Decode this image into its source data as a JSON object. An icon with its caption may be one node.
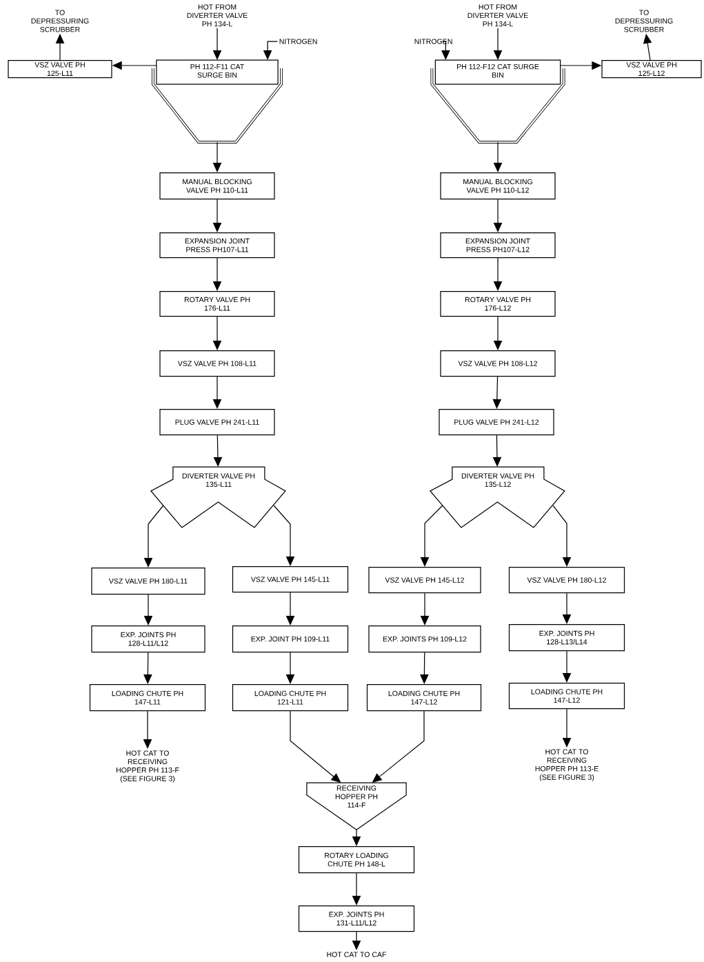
{
  "diagram": {
    "nodes": [
      {
        "text": [
          "TO DEPRESSURING SCRUBBER"
        ]
      },
      {
        "text": [
          "HOT FROM DIVERTER VALVE PH 134-L"
        ]
      },
      {
        "text": [
          "NITROGEN"
        ]
      },
      {
        "text": [
          "VSZ VALVE PH 125-L11"
        ]
      },
      {
        "text": [
          "PH 112-F11 CAT SURGE BIN"
        ]
      },
      {
        "text": [
          "MANUAL BLOCKING VALVE PH 110-L11"
        ]
      },
      {
        "text": [
          "EXPANSION JOINT PRESS PH107-L11"
        ]
      },
      {
        "text": [
          "ROTARY VALVE PH 176-L11"
        ]
      },
      {
        "text": [
          "VSZ VALVE PH 108-L11"
        ]
      },
      {
        "text": [
          "PLUG VALVE PH 241-L11"
        ]
      },
      {
        "text": [
          "DIVERTER VALVE PH 135-L11"
        ]
      },
      {
        "text": [
          "VSZ VALVE PH 180-L11"
        ]
      },
      {
        "text": [
          "VSZ VALVE PH 145-L11"
        ]
      },
      {
        "text": [
          "EXP. JOINTS PH 128-L11/L12"
        ]
      },
      {
        "text": [
          "EXP. JOINT PH 109-L11"
        ]
      },
      {
        "text": [
          "LOADING CHUTE PH 147-L11"
        ]
      },
      {
        "text": [
          "LOADING CHUTE PH 121-L11"
        ]
      },
      {
        "text": [
          "HOT CAT TO RECEIVING HOPPER PH 113-F (SEE FIGURE 3)"
        ]
      },
      {
        "text": [
          "TO DEPRESSURING SCRUBBER"
        ]
      },
      {
        "text": [
          "HOT FROM DIVERTER VALVE PH 134-L"
        ]
      },
      {
        "text": [
          "NITROGEN"
        ]
      },
      {
        "text": [
          "VSZ VALVE PH 125-L12"
        ]
      },
      {
        "text": [
          "PH 112-F12 CAT SURGE BIN"
        ]
      },
      {
        "text": [
          "MANUAL BLOCKING VALVE PH 110-L12"
        ]
      },
      {
        "text": [
          "EXPANSION JOINT PRESS PH107-L12"
        ]
      },
      {
        "text": [
          "ROTARY VALVE PH 176-L12"
        ]
      },
      {
        "text": [
          "VSZ VALVE PH 108-L12"
        ]
      },
      {
        "text": [
          "PLUG VALVE PH 241-L12"
        ]
      },
      {
        "text": [
          "DIVERTER VALVE PH 135-L12"
        ]
      },
      {
        "text": [
          "VSZ VALVE PH 145-L12"
        ]
      },
      {
        "text": [
          "VSZ VALVE PH 180-L12"
        ]
      },
      {
        "text": [
          "EXP. JOINTS PH 109-L12"
        ]
      },
      {
        "text": [
          "EXP. JOINTS PH 128-L13/L14"
        ]
      },
      {
        "text": [
          "LOADING CHUTE PH 147-L12"
        ]
      },
      {
        "text": [
          "LOADING CHUTE PH 147-L12"
        ]
      },
      {
        "text": [
          "HOT CAT TO RECEIVING HOPPER PH 113-E (SEE FIGURE 3)"
        ]
      },
      {
        "text": [
          "RECEIVING HOPPER PH 114-F"
        ]
      },
      {
        "text": [
          "ROTARY LOADING CHUTE PH 148-L"
        ]
      },
      {
        "text": [
          "EXP. JOINTS PH 131-L11/L12"
        ]
      },
      {
        "text": [
          "HOT CAT TO CAF"
        ]
      }
    ],
    "edges": [
      {
        "from": 4,
        "to": 3,
        "arrow": "to"
      },
      {
        "from": 3,
        "to": 0,
        "arrow": "to"
      },
      {
        "from": 1,
        "to": 4,
        "arrow": "to"
      },
      {
        "from": 2,
        "to": 4,
        "arrow": "to"
      },
      {
        "from": 4,
        "to": 5,
        "arrow": "to"
      },
      {
        "from": 5,
        "to": 6,
        "arrow": "to"
      },
      {
        "from": 6,
        "to": 7,
        "arrow": "to"
      },
      {
        "from": 7,
        "to": 8,
        "arrow": "to"
      },
      {
        "from": 8,
        "to": 9,
        "arrow": "to"
      },
      {
        "from": 9,
        "to": 10,
        "arrow": "to"
      },
      {
        "from": 10,
        "to": 11,
        "arrow": "to"
      },
      {
        "from": 10,
        "to": 12,
        "arrow": "to"
      },
      {
        "from": 11,
        "to": 13,
        "arrow": "to"
      },
      {
        "from": 12,
        "to": 14,
        "arrow": "to"
      },
      {
        "from": 13,
        "to": 15,
        "arrow": "to"
      },
      {
        "from": 14,
        "to": 16,
        "arrow": "to"
      },
      {
        "from": 15,
        "to": 17,
        "arrow": "to"
      },
      {
        "from": 16,
        "to": 36,
        "arrow": "to"
      },
      {
        "from": 22,
        "to": 21,
        "arrow": "to"
      },
      {
        "from": 21,
        "to": 18,
        "arrow": "to"
      },
      {
        "from": 19,
        "to": 22,
        "arrow": "to"
      },
      {
        "from": 20,
        "to": 22,
        "arrow": "to"
      },
      {
        "from": 22,
        "to": 23,
        "arrow": "to"
      },
      {
        "from": 23,
        "to": 24,
        "arrow": "to"
      },
      {
        "from": 24,
        "to": 25,
        "arrow": "to"
      },
      {
        "from": 25,
        "to": 26,
        "arrow": "to"
      },
      {
        "from": 26,
        "to": 27,
        "arrow": "to"
      },
      {
        "from": 27,
        "to": 28,
        "arrow": "to"
      },
      {
        "from": 28,
        "to": 29,
        "arrow": "to"
      },
      {
        "from": 28,
        "to": 30,
        "arrow": "to"
      },
      {
        "from": 29,
        "to": 31,
        "arrow": "to"
      },
      {
        "from": 30,
        "to": 32,
        "arrow": "to"
      },
      {
        "from": 31,
        "to": 33,
        "arrow": "to"
      },
      {
        "from": 32,
        "to": 34,
        "arrow": "to"
      },
      {
        "from": 33,
        "to": 36,
        "arrow": "to"
      },
      {
        "from": 34,
        "to": 35,
        "arrow": "to"
      },
      {
        "from": 36,
        "to": 37,
        "arrow": "to"
      },
      {
        "from": 37,
        "to": 38,
        "arrow": "to"
      },
      {
        "from": 38,
        "to": 39,
        "arrow": "to"
      }
    ]
  }
}
